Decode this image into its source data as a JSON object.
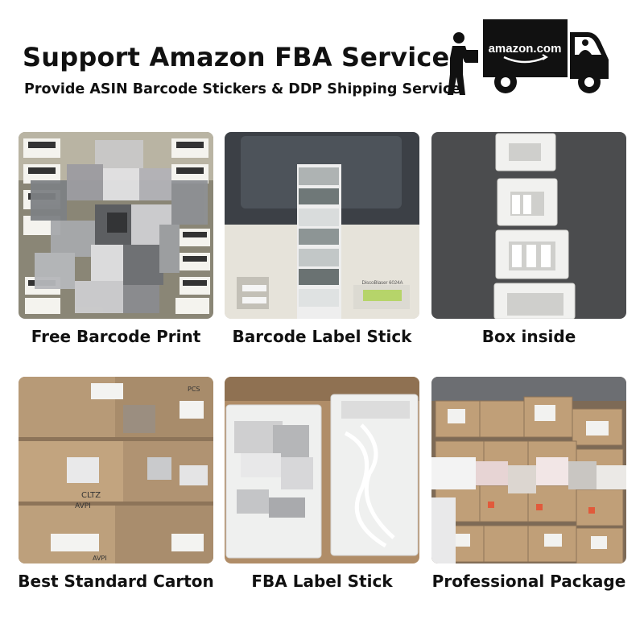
{
  "header": {
    "title": "Support Amazon FBA Service",
    "subtitle": "Provide ASIN Barcode Stickers & DDP Shipping Service"
  },
  "truck": {
    "icon": "delivery-truck-icon",
    "logo_text": "amazon.com",
    "colors": {
      "body": "#111111",
      "logo": "#ffffff"
    }
  },
  "tiles": [
    {
      "caption": "Free Barcode Print"
    },
    {
      "caption": "Barcode Label Stick"
    },
    {
      "caption": "Box inside"
    },
    {
      "caption": "Best Standard Carton"
    },
    {
      "caption": "FBA Label Stick"
    },
    {
      "caption": "Professional Package"
    }
  ],
  "photo_labels": {
    "carton_handwriting_1": "CLTZ",
    "carton_handwriting_2": "AVPI",
    "carton_handwriting_3": "AVPI",
    "carton_side_text": "PCS",
    "printer_label": "DiscoBlaser 6024A"
  }
}
